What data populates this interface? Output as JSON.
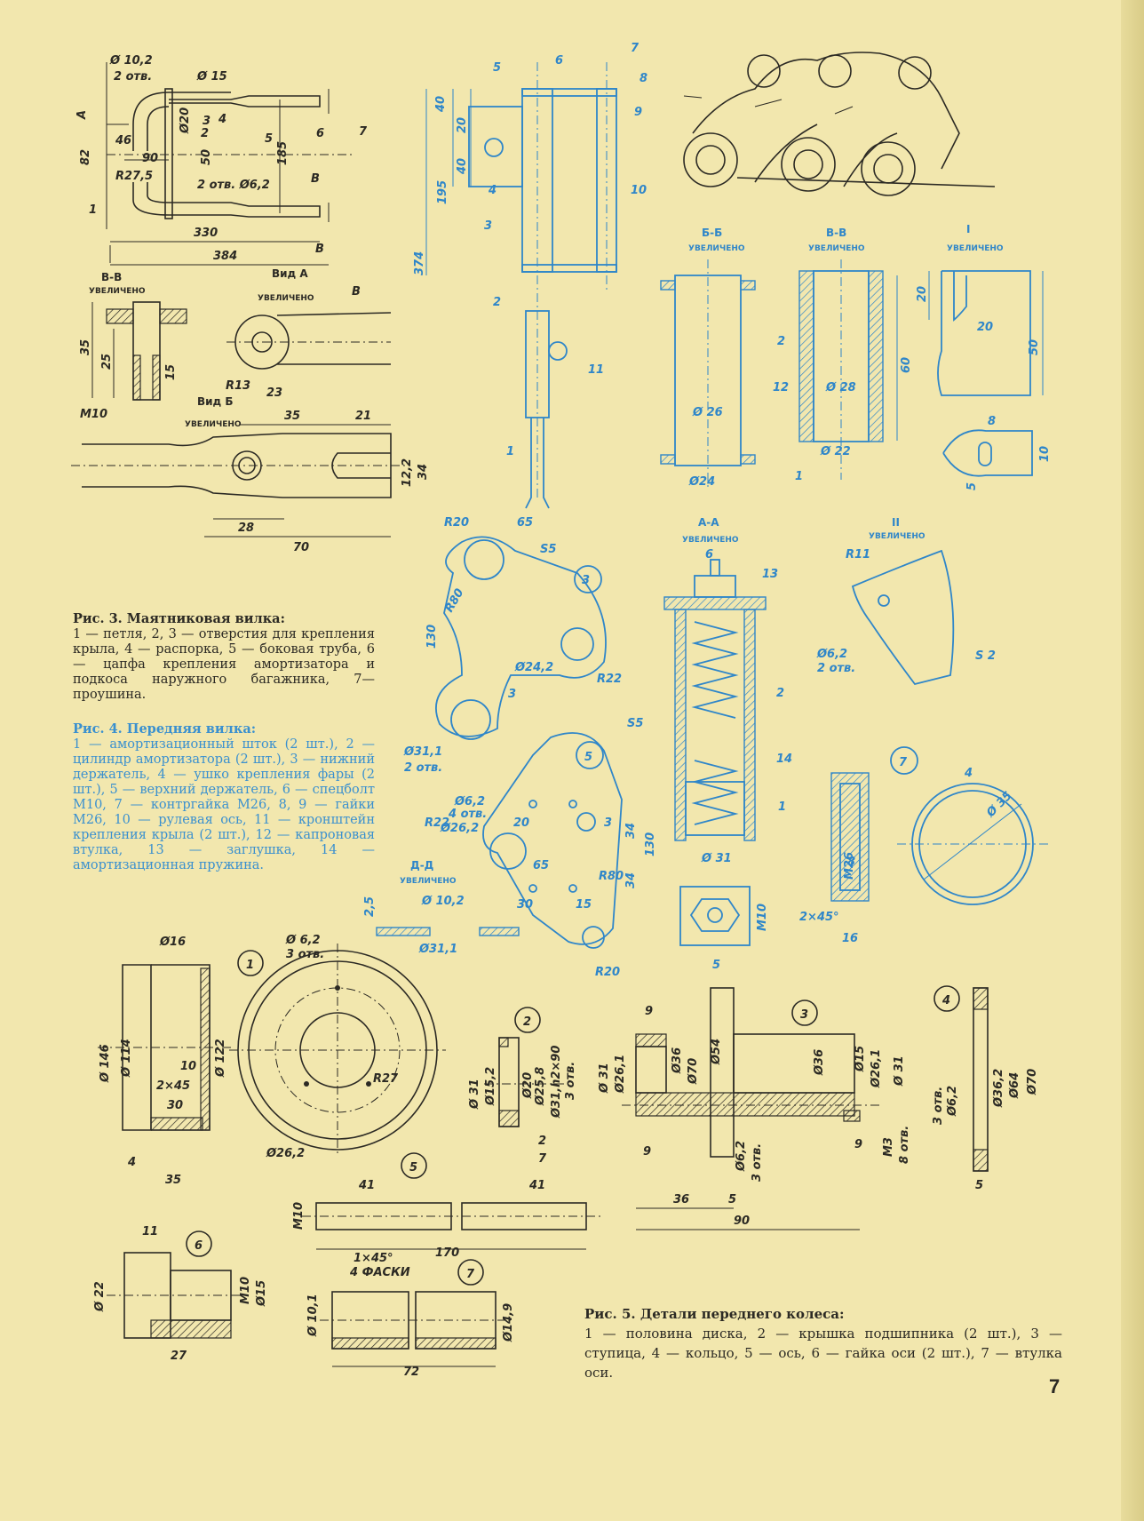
{
  "captions": {
    "fig3": {
      "title": "Рис. 3. Маятниковая вилка:",
      "text": "1 — петля, 2, 3 — отверстия для крепления крыла, 4 — распорка, 5 — боковая труба, 6 — цапфа крепления амортизатора и подкоса наружного багажника, 7— проушина."
    },
    "fig4": {
      "title": "Рис. 4. Передняя вилка:",
      "text": "1 — амортизационный шток (2 шт.), 2 — цилиндр амортизатора (2 шт.), 3 — нижний держатель, 4 — ушко крепления фары (2 шт.), 5 — верхний держатель, 6 — спецболт M10, 7 — контргайка M26, 8, 9 — гайки M26, 10 — рулевая ось, 11 — кронштейн крепления крыла (2 шт.), 12 — капроновая втулка, 13 — заглушка, 14 — амортизационная пружина."
    },
    "fig5": {
      "title": "Рис. 5. Детали переднего колеса:",
      "text": "1 — половина диска, 2 — крышка подшипника (2 шт.), 3 — ступица, 4 — кольцо, 5 — ось, 6 — гайка оси (2 шт.), 7 — втулка оси."
    }
  },
  "page_number": "7",
  "fig3_labels": {
    "d10_2": "Ø 10,2",
    "two_holes": "2 отв.",
    "d15": "Ø 15",
    "d20": "Ø20",
    "n46": "46",
    "n82": "82",
    "n90": "90",
    "n50": "50",
    "n185": "185",
    "r27_5": "R27,5",
    "two_holes_d6_2": "2 отв. Ø6,2",
    "n330": "330",
    "n384": "384",
    "A": "А",
    "B": "В",
    "view_b_title": "В-В",
    "view_a_title": "Вид А",
    "view_b2_title": "Вид Б",
    "enlarged": "УВЕЛИЧЕНО",
    "n35": "35",
    "n25": "25",
    "n15": "15",
    "m10": "M10",
    "r13": "R13",
    "n23": "23",
    "n21": "21",
    "n12_2": "12,2",
    "n34": "34",
    "n28": "28",
    "n70": "70",
    "callouts": [
      "1",
      "2",
      "3",
      "4",
      "5",
      "6",
      "7"
    ]
  },
  "fig4_labels": {
    "n40": "40",
    "n20": "20",
    "n195": "195",
    "n374": "374",
    "sec_bb": "Б-Б",
    "sec_vv": "В-В",
    "view_I": "I",
    "sec_aa": "А-А",
    "view_II": "II",
    "sec_dd": "Д-Д",
    "enlarged": "УВЕЛИЧЕНО",
    "d26": "Ø 26",
    "d24": "Ø24",
    "d28": "Ø 28",
    "d22": "Ø 22",
    "n60": "60",
    "n50": "50",
    "n8": "8",
    "n10": "10",
    "n5": "5",
    "r20": "R20",
    "n65": "65",
    "s5": "S5",
    "r80": "R80",
    "n130": "130",
    "d24_2": "Ø24,2",
    "r22": "R22",
    "n3": "3",
    "d31_1": "Ø31,1",
    "two_holes": "2 отв.",
    "d6_2": "Ø6,2",
    "four_holes": "4 отв.",
    "d26_2": "Ø26,2",
    "n34": "34",
    "n30": "30",
    "n15": "15",
    "r11": "R11",
    "s2": "S 2",
    "d31": "Ø 31",
    "m10": "M10",
    "d35": "Ø 35",
    "n4": "4",
    "m26": "M26",
    "chamfer": "2×45°",
    "n16": "16",
    "d10_2": "Ø 10,2",
    "n2_5": "2,5",
    "callouts": [
      "1",
      "2",
      "3",
      "4",
      "5",
      "6",
      "7",
      "8",
      "9",
      "10",
      "11",
      "12",
      "13",
      "14"
    ]
  },
  "fig5_labels": {
    "d16": "Ø16",
    "d6_2_3holes": "Ø 6,2",
    "three_holes": "3 отв.",
    "d146": "Ø 146",
    "d114": "Ø 114",
    "d122": "Ø 122",
    "n10": "10",
    "chamfer": "2×45",
    "n30": "30",
    "n4": "4",
    "n35": "35",
    "r27": "R27",
    "d26_2": "Ø26,2",
    "d31": "Ø 31",
    "d15_2": "Ø15,2",
    "d20": "Ø20",
    "d25_8": "Ø25,8",
    "d31_h2": "Ø31,h2×90",
    "n2": "2",
    "n7": "7",
    "n9": "9",
    "d26_1": "Ø26,1",
    "d36": "Ø36",
    "d70": "Ø70",
    "d54": "Ø54",
    "d15": "Ø15",
    "m3": "M3",
    "eight_holes": "8 отв.",
    "n36": "36",
    "n5": "5",
    "n90": "90",
    "d6_2": "Ø6,2",
    "d36_2": "Ø36,2",
    "d64": "Ø64",
    "m10": "M10",
    "n41": "41",
    "n170": "170",
    "n11": "11",
    "d22": "Ø 22",
    "n27": "27",
    "one_x45": "1×45°",
    "four_chamfers": "4 ФАСКИ",
    "d10_1": "Ø 10,1",
    "d14_9": "Ø14,9",
    "n72": "72",
    "callouts": [
      "1",
      "2",
      "3",
      "4",
      "5",
      "6",
      "7"
    ]
  }
}
